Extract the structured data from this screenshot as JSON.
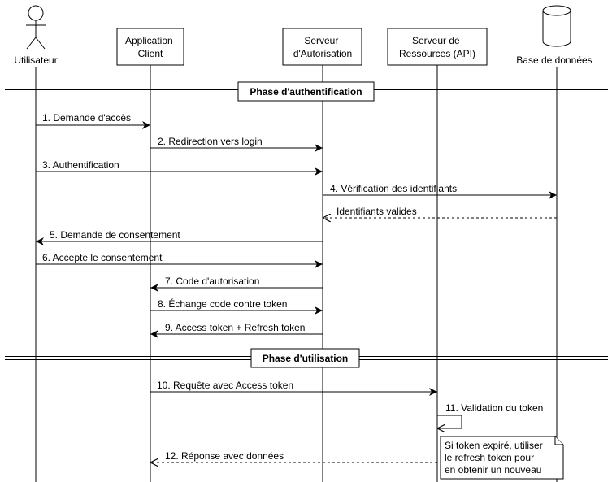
{
  "participants": {
    "utilisateur": {
      "lines": [
        "Utilisateur"
      ]
    },
    "client": {
      "lines": [
        "Application",
        "Client"
      ]
    },
    "auth": {
      "lines": [
        "Serveur",
        "d'Autorisation"
      ]
    },
    "ressources": {
      "lines": [
        "Serveur de",
        "Ressources (API)"
      ]
    },
    "db": {
      "lines": [
        "Base de données"
      ]
    }
  },
  "dividers": {
    "authentification": "Phase d'authentification",
    "utilisation": "Phase d'utilisation"
  },
  "messages": {
    "m1": "1. Demande d'accès",
    "m2": "2. Redirection vers login",
    "m3": "3. Authentification",
    "m4": "4. Vérification des identifiants",
    "m4r": "Identifiants valides",
    "m5": "5. Demande de consentement",
    "m6": "6. Accepte le consentement",
    "m7": "7. Code d'autorisation",
    "m8": "8. Échange code contre token",
    "m9": "9. Access token + Refresh token",
    "m10": "10. Requête avec Access token",
    "m11": "11. Validation du token",
    "m12": "12. Réponse avec données"
  },
  "note": {
    "lines": [
      "Si token expiré, utiliser",
      "le refresh token pour",
      "en obtenir un nouveau"
    ]
  }
}
